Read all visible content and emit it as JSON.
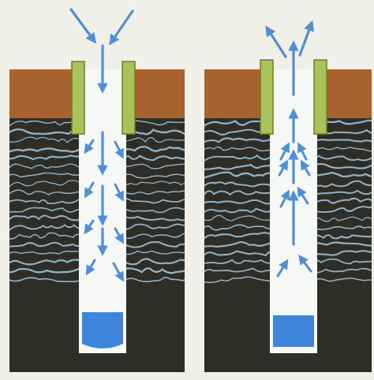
{
  "panels": [
    {
      "name": "air-flowing-into-well",
      "flow": "inward-down",
      "arrow_color": "#4f8fd8"
    },
    {
      "name": "air-flowing-out-of-well",
      "flow": "outward-up",
      "arrow_color": "#4f8fd8"
    }
  ],
  "colors": {
    "background": "#f1f0e8",
    "topsoil": "#a8622e",
    "dark_earth": "#2e2d26",
    "water_veins": "#9fcbe6",
    "well_shaft": "#f6f8f6",
    "water": "#3d86dc",
    "pipe": "#a9c25a",
    "arrow": "#4f8fd8"
  }
}
